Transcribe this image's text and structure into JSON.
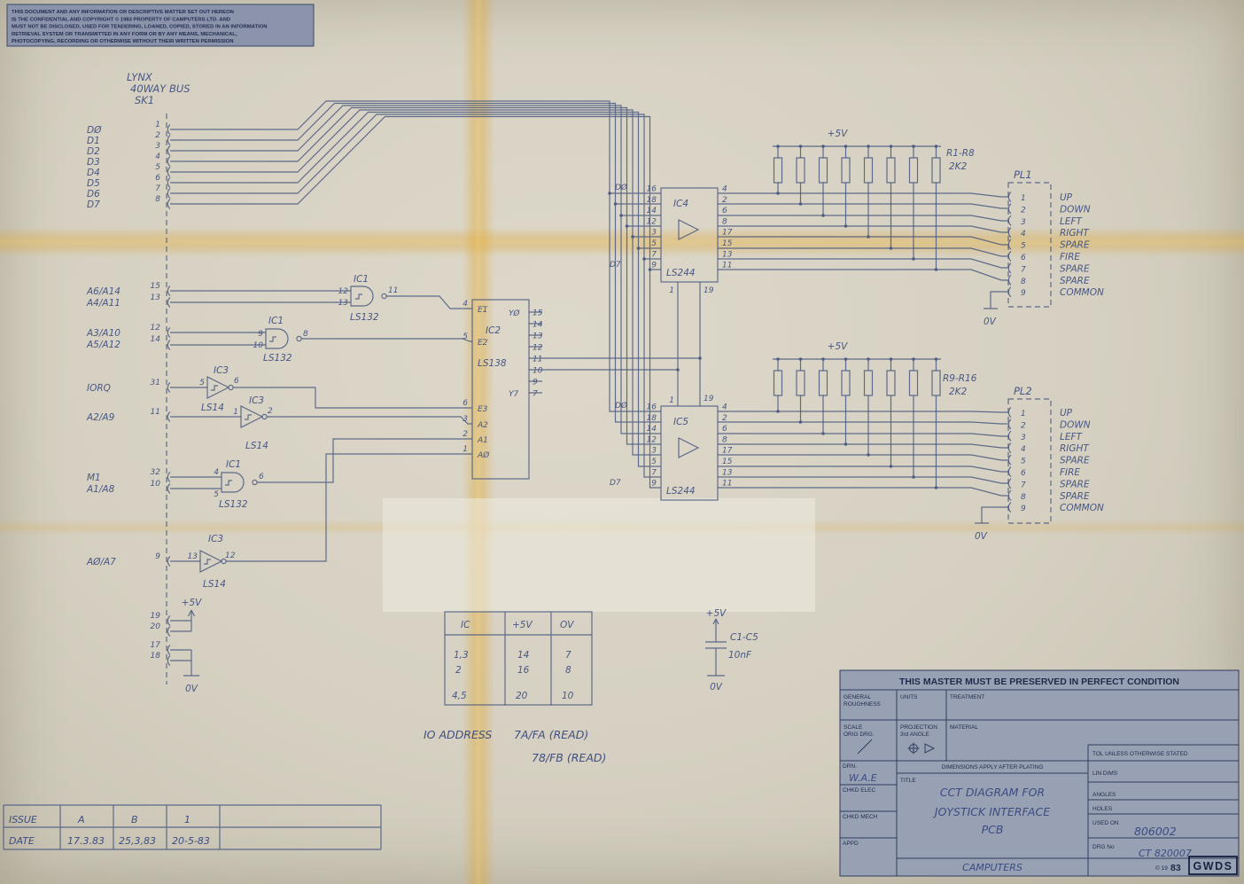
{
  "copyright": {
    "lines": [
      "THIS DOCUMENT AND ANY INFORMATION OR DESCRIPTIVE MATTER SET OUT HEREON",
      "IS THE CONFIDENTIAL AND COPYRIGHT © 1983 PROPERTY OF CAMPUTERS LTD. AND",
      "MUST NOT BE DISCLOSED, USED FOR TENDERING, LOANED, COPIED, STORED IN AN INFORMATION",
      "RETRIEVAL SYSTEM OR TRANSMITTED IN ANY FORM OR BY ANY MEANS, MECHANICAL,",
      "PHOTOCOPYING, RECORDING OR OTHERWISE WITHOUT THEIR WRITTEN PERMISSION"
    ]
  },
  "bus": {
    "title1": "LYNX",
    "title2": "40WAY BUS",
    "title3": "SK1",
    "data_pins": [
      {
        "label": "DØ",
        "pin": "1"
      },
      {
        "label": "D1",
        "pin": "2"
      },
      {
        "label": "D2",
        "pin": "3"
      },
      {
        "label": "D3",
        "pin": "4"
      },
      {
        "label": "D4",
        "pin": "5"
      },
      {
        "label": "D5",
        "pin": "6"
      },
      {
        "label": "D6",
        "pin": "7"
      },
      {
        "label": "D7",
        "pin": "8"
      }
    ]
  },
  "addr": {
    "a6a14": {
      "label": "A6/A14",
      "pin": "15"
    },
    "a4a11": {
      "label": "A4/A11",
      "pin": "13"
    },
    "a3a10": {
      "label": "A3/A10",
      "pin": "12"
    },
    "a5a12": {
      "label": "A5/A12",
      "pin": "14"
    },
    "iorq": {
      "label": "IORQ",
      "pin": "31"
    },
    "a2a9": {
      "label": "A2/A9",
      "pin": "11"
    },
    "m1": {
      "label": "M1",
      "pin": "32"
    },
    "a1a8": {
      "label": "A1/A8",
      "pin": "10"
    },
    "a0a7": {
      "label": "AØ/A7",
      "pin": "9"
    }
  },
  "pwr": {
    "plus5": "+5V",
    "zero": "0V",
    "p19": "19",
    "p20": "20",
    "p17": "17",
    "p18": "18"
  },
  "g1": {
    "name": "IC1",
    "part": "LS132",
    "in1": "12",
    "in2": "13",
    "out": "11"
  },
  "g2": {
    "name": "IC1",
    "part": "LS132",
    "in1": "9",
    "in2": "10",
    "out": "8"
  },
  "g3": {
    "name": "IC3",
    "part": "LS14",
    "in": "5",
    "out": "6"
  },
  "g4": {
    "name": "IC3",
    "part": "LS14",
    "in": "1",
    "out": "2"
  },
  "g5": {
    "name": "IC1",
    "part": "LS132",
    "in1": "4",
    "in2": "5",
    "out": "6"
  },
  "g6": {
    "name": "IC3",
    "part": "LS14",
    "in": "13",
    "out": "12"
  },
  "ic2": {
    "name": "IC2",
    "part": "LS138",
    "left": [
      {
        "pin": "4",
        "sig": "E1"
      },
      {
        "pin": "5",
        "sig": "E2"
      },
      {
        "pin": "6",
        "sig": "E3"
      },
      {
        "pin": "3",
        "sig": "A2"
      },
      {
        "pin": "2",
        "sig": "A1"
      },
      {
        "pin": "1",
        "sig": "AØ"
      }
    ],
    "ysig_top": "YØ",
    "ysig_bot": "Y7",
    "right_pins": [
      "15",
      "14",
      "13",
      "12",
      "11",
      "10",
      "9",
      "7"
    ]
  },
  "ic4": {
    "name": "IC4",
    "part": "LS244",
    "pin1": "1",
    "pin19": "19",
    "d0": "DØ",
    "d7": "D7",
    "in_pins": [
      "16",
      "18",
      "14",
      "12",
      "3",
      "5",
      "7",
      "9"
    ],
    "out_pins": [
      "4",
      "2",
      "6",
      "8",
      "17",
      "15",
      "13",
      "11"
    ]
  },
  "ic5": {
    "name": "IC5",
    "part": "LS244",
    "pin1": "1",
    "pin19": "19",
    "d0": "DØ",
    "d7": "D7",
    "in_pins": [
      "16",
      "18",
      "14",
      "12",
      "3",
      "5",
      "7",
      "9"
    ],
    "out_pins": [
      "4",
      "2",
      "6",
      "8",
      "17",
      "15",
      "13",
      "11"
    ]
  },
  "rnet1": {
    "plus5": "+5V",
    "ref": "R1-R8",
    "val": "2K2"
  },
  "rnet2": {
    "plus5": "+5V",
    "ref": "R9-R16",
    "val": "2K2"
  },
  "pl1": {
    "name": "PL1",
    "zero": "0V",
    "pins": [
      {
        "n": "1",
        "label": "UP"
      },
      {
        "n": "2",
        "label": "DOWN"
      },
      {
        "n": "3",
        "label": "LEFT"
      },
      {
        "n": "4",
        "label": "RIGHT"
      },
      {
        "n": "5",
        "label": "SPARE"
      },
      {
        "n": "6",
        "label": "FIRE"
      },
      {
        "n": "7",
        "label": "SPARE"
      },
      {
        "n": "8",
        "label": "SPARE"
      },
      {
        "n": "9",
        "label": "COMMON"
      }
    ]
  },
  "pl2": {
    "name": "PL2",
    "zero": "0V",
    "pins": [
      {
        "n": "1",
        "label": "UP"
      },
      {
        "n": "2",
        "label": "DOWN"
      },
      {
        "n": "3",
        "label": "LEFT"
      },
      {
        "n": "4",
        "label": "RIGHT"
      },
      {
        "n": "5",
        "label": "SPARE"
      },
      {
        "n": "6",
        "label": "FIRE"
      },
      {
        "n": "7",
        "label": "SPARE"
      },
      {
        "n": "8",
        "label": "SPARE"
      },
      {
        "n": "9",
        "label": "COMMON"
      }
    ]
  },
  "ptable": {
    "h1": "IC",
    "h2": "+5V",
    "h3": "OV",
    "rows": [
      [
        "1,3",
        "14",
        "7"
      ],
      [
        "2",
        "16",
        "8"
      ],
      [
        "4,5",
        "20",
        "10"
      ]
    ]
  },
  "cap": {
    "plus5": "+5V",
    "ref": "C1-C5",
    "val": "10nF",
    "zero": "0V"
  },
  "ioaddr": {
    "prefix": "IO ADDRESS",
    "line1": "7A/FA (READ)",
    "line2": "78/FB (READ)"
  },
  "issue": {
    "r1": [
      "ISSUE",
      "A",
      "B",
      "1"
    ],
    "r2": [
      "DATE",
      "17.3.83",
      "25,3,83",
      "20-5-83"
    ]
  },
  "tb": {
    "banner": "THIS MASTER MUST BE PRESERVED IN PERFECT CONDITION",
    "general": "GENERAL",
    "roughness": "ROUGHNESS",
    "units": "UNITS",
    "treatment": "TREATMENT",
    "scale": "SCALE",
    "orig": "ORIG DRG.",
    "projection": "PROJECTION",
    "angle": "3rd ANGLE",
    "material": "MATERIAL",
    "drn": "DRN.",
    "drn_val": "W.A.E",
    "chkd_elec": "CHKD ELEC",
    "chkd_mech": "CHKD MECH",
    "appd": "APPD",
    "dims": "DIMENSIONS APPLY AFTER PLATING",
    "title_label": "TITLE",
    "title1": "CCT DIAGRAM FOR",
    "title2": "JOYSTICK INTERFACE",
    "title3": "PCB",
    "tol": "TOL UNLESS OTHERWISE STATED",
    "lin": "LIN DIMS",
    "angles": "ANGLES",
    "holes": "HOLES",
    "used_on": "USED ON",
    "used_val": "806002",
    "drg_no": "DRG No",
    "drg_val": "CT 820007",
    "company": "CAMPUTERS",
    "copy": "© 19",
    "year": "83",
    "gwds": "GWDS"
  }
}
